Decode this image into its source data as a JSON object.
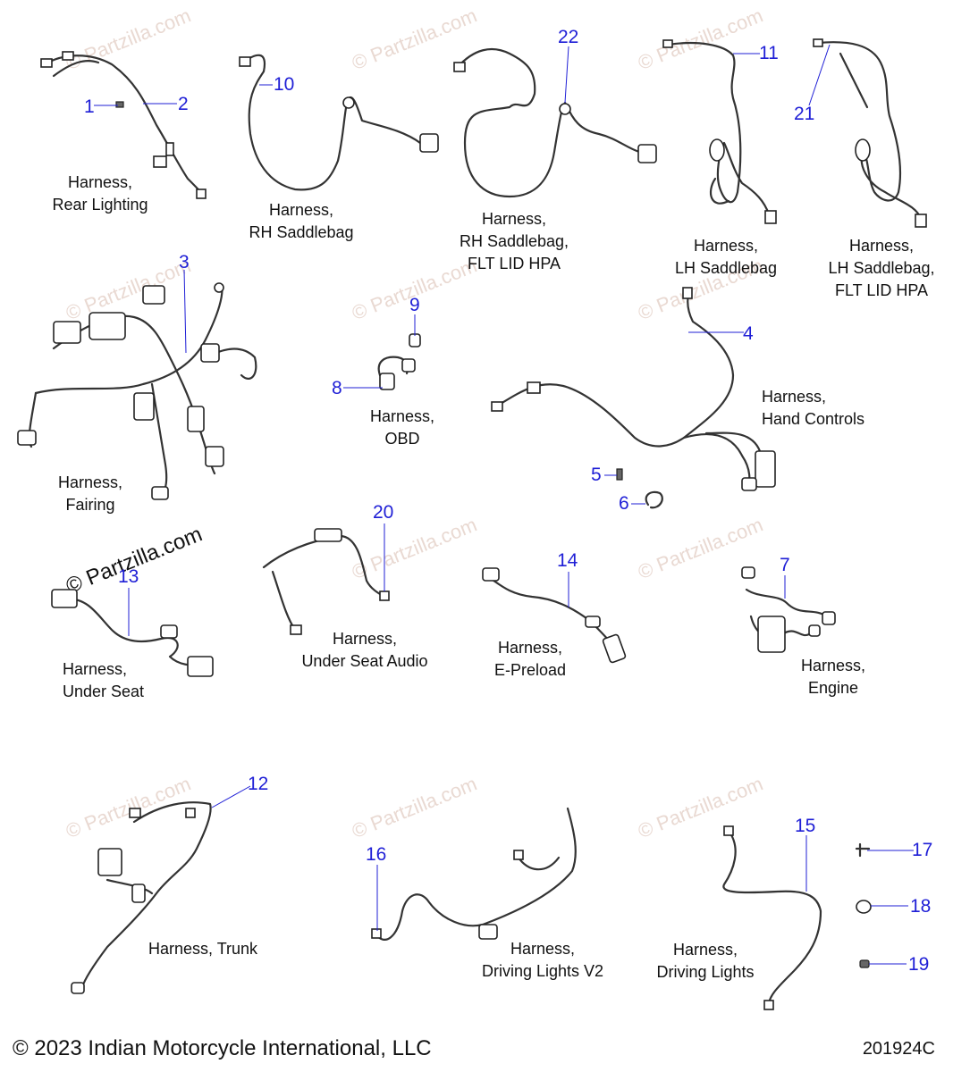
{
  "watermark": "© Partzilla.com",
  "watermark_strong": "© Partzilla.com",
  "labels": {
    "rear_lighting": "Harness,\nRear Lighting",
    "rh_saddlebag": "Harness,\nRH Saddlebag",
    "rh_saddlebag_flt": "Harness,\nRH Saddlebag,\nFLT LID HPA",
    "lh_saddlebag": "Harness,\nLH Saddlebag",
    "lh_saddlebag_flt": "Harness,\nLH Saddlebag,\nFLT LID HPA",
    "fairing": "Harness,\nFairing",
    "obd": "Harness,\nOBD",
    "hand_controls": "Harness,\nHand Controls",
    "under_seat": "Harness,\nUnder Seat",
    "under_seat_audio": "Harness,\nUnder Seat Audio",
    "e_preload": "Harness,\nE-Preload",
    "engine": "Harness,\nEngine",
    "trunk": "Harness, Trunk",
    "driving_lights_v2": "Harness,\nDriving Lights V2",
    "driving_lights": "Harness,\nDriving Lights"
  },
  "callouts": {
    "n1": "1",
    "n2": "2",
    "n3": "3",
    "n4": "4",
    "n5": "5",
    "n6": "6",
    "n7": "7",
    "n8": "8",
    "n9": "9",
    "n10": "10",
    "n11": "11",
    "n12": "12",
    "n13": "13",
    "n14": "14",
    "n15": "15",
    "n16": "16",
    "n17": "17",
    "n18": "18",
    "n19": "19",
    "n20": "20",
    "n21": "21",
    "n22": "22"
  },
  "footer": {
    "copyright": "© 2023 Indian Motorcycle International, LLC",
    "figure_id": "201924C"
  },
  "colors": {
    "callout": "#1f1fd6",
    "line": "#333333",
    "watermark": "#e9d9d2"
  }
}
